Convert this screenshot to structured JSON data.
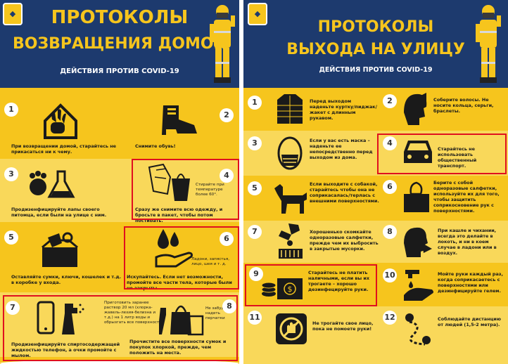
{
  "left_poster": {
    "title_line1": "ПРОТОКОЛЫ",
    "title_line2": "ВОЗВРАЩЕНИЯ ДОМОЙ",
    "subtitle": "ДЕЙСТВИЯ ПРОТИВ COVID-19",
    "steps": [
      {
        "number": "1",
        "caption": "При возвращении домой, старайтесь не прикасаться ни к чему."
      },
      {
        "number": "2",
        "caption": "Снимите обувь!"
      },
      {
        "number": "3",
        "caption": "Продизенфицируйте лапы своего питомца, если были на улице с ним."
      },
      {
        "number": "4",
        "caption": "Сразу же снимите всю одежду, и бросьте в пакет, чтобы потом постирать.",
        "note": "Стирайте при температуре более 60°."
      },
      {
        "number": "5",
        "caption": "Оставляйте сумки, ключи, кошелек и т.д. в коробке у входа."
      },
      {
        "number": "6",
        "caption": "Искупайтесь. Если нет возможности, промойте все части тела, которые были не закрыты.",
        "note": "Ладони, запястья, лицо, шея и т. д."
      },
      {
        "number": "7",
        "caption": "Продизенфицируйте спиртосодержащей жидкостью телефон, а очки промойте с мылом.",
        "note": "Приготовить заранее раствор 20 мл (хлорка-жавель-лехия-белизна и т.д.) на 1 литр воды и обрызгать все поверхности"
      },
      {
        "number": "8",
        "caption": "Прочистите все поверхности сумок и покупок хлоркой, прежде, чем положить на места.",
        "note": "Не забудьте надеть перчатки"
      }
    ]
  },
  "right_poster": {
    "title_line1": "ПРОТОКОЛЫ",
    "title_line2": "ВЫХОДА НА УЛИЦУ",
    "subtitle": "ДЕЙСТВИЯ ПРОТИВ COVID-19",
    "steps": [
      {
        "number": "1",
        "caption": "Перед выходом наденьте куртку/пиджак/жакет с длинным рукавом."
      },
      {
        "number": "2",
        "caption": "Соберите волосы. Не носите кольца, серьги, браслеты."
      },
      {
        "number": "3",
        "caption": "Если у вас есть маска – наденьте ее непосредственно перед выходом из дома."
      },
      {
        "number": "4",
        "caption": "Старайтесь не использовать общественный транспорт."
      },
      {
        "number": "5",
        "caption": "Если выходите с собакой, старайтесь чтобы она не соприкасалась/терлась с внешними поверхностями."
      },
      {
        "number": "6",
        "caption": "Берите с собой одноразовые салфетки, используйте их для того, чтобы защитить соприкосновение рук с поверхностями."
      },
      {
        "number": "7",
        "caption": "Хорошенько скомкайте одноразовые салфетки, прежде чем их выбросить в закрытые мусорки."
      },
      {
        "number": "8",
        "caption": "При кашле и чихании, всегда это делайте в локоть, и ни в коем случае в ладони или в воздух."
      },
      {
        "number": "9",
        "caption": "Старайтесь не платить наличными, если вы их трогаете – хорошо дезинфецируйте руки."
      },
      {
        "number": "10",
        "caption": "Мойте руки каждый раз, когда соприкасаетесь с поверхностями или дезинфицируйте гелем."
      },
      {
        "number": "11",
        "caption": "Не трогайте свое лицо, пока не помоете руки!"
      },
      {
        "number": "12",
        "caption": "Соблюдайте дистанцию от людей (1,5-2 метра)."
      }
    ]
  },
  "colors": {
    "navy": "#1d3a6e",
    "yellow": "#f6c51d",
    "light_yellow": "#f9d85a",
    "highlight_red": "#e0101e",
    "icon_dark": "#1a1a1a"
  },
  "icons": [
    "logo-badge",
    "firefighter-icon",
    "house-hand-icon",
    "boot-icon",
    "paw-flask-icon",
    "clothes-bag-icon",
    "keys-box-icon",
    "drops-hand-icon",
    "phone-spray-icon",
    "bags-spray-icon",
    "jacket-icon",
    "hair-icon",
    "mask-icon",
    "car-icon",
    "dog-icon",
    "tissue-box-icon",
    "tissue-bin-icon",
    "sneeze-icon",
    "money-icon",
    "handwash-icon",
    "no-touch-face-icon",
    "distance-icon"
  ]
}
